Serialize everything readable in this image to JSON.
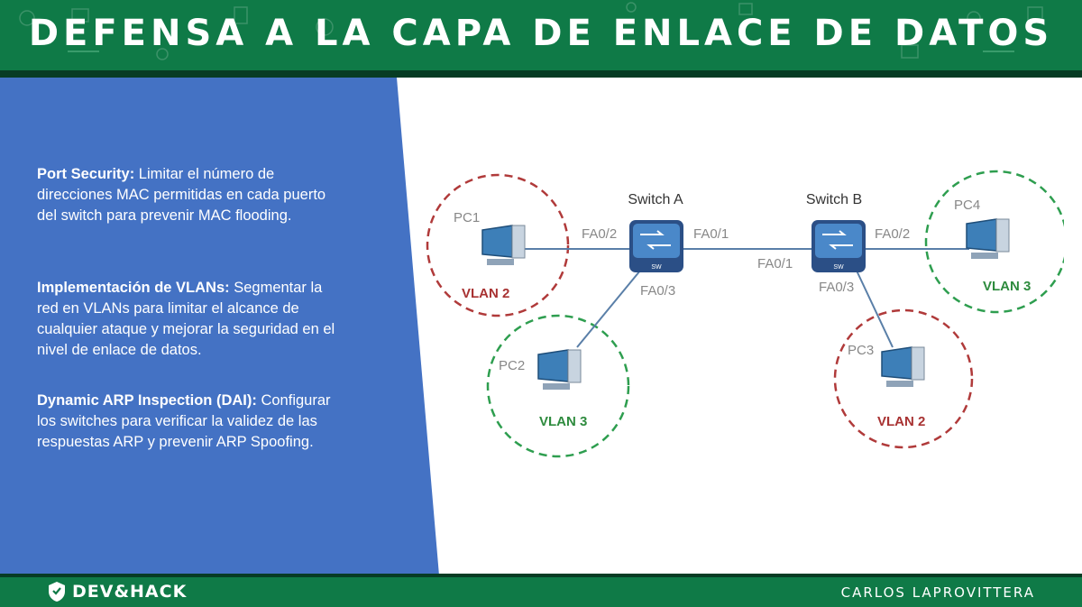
{
  "slide": {
    "title": "DEFENSA A LA CAPA DE ENLACE DE DATOS",
    "colors": {
      "header_green": "#0f7a47",
      "panel_blue": "#4472c4",
      "vlan2_red": "#b03a3a",
      "vlan3_green": "#2e9e4f"
    }
  },
  "points": [
    {
      "heading": "Port Security:",
      "body": "Limitar el número de direcciones MAC permitidas en cada puerto del switch para prevenir MAC flooding."
    },
    {
      "heading": "Implementación de VLANs:",
      "body": "Segmentar la red en VLANs para limitar el alcance de cualquier ataque y mejorar la seguridad en el nivel de enlace de datos."
    },
    {
      "heading": "Dynamic ARP Inspection (DAI):",
      "body": "Configurar los switches para verificar la validez de las respuestas ARP y prevenir ARP Spoofing."
    }
  ],
  "diagram": {
    "switch_a": "Switch A",
    "switch_b": "Switch B",
    "switch_tag": "SW",
    "pcs": {
      "pc1": "PC1",
      "pc2": "PC2",
      "pc3": "PC3",
      "pc4": "PC4"
    },
    "vlans": {
      "pc1": "VLAN 2",
      "pc2": "VLAN 3",
      "pc3": "VLAN 2",
      "pc4": "VLAN 3"
    },
    "ports": {
      "a_fa02": "FA0/2",
      "a_fa01": "FA0/1",
      "a_fa03": "FA0/3",
      "b_fa01": "FA0/1",
      "b_fa02": "FA0/2",
      "b_fa03": "FA0/3"
    }
  },
  "footer": {
    "brand": "DEV&HACK",
    "author": "CARLOS LAPROVITTERA",
    "brand_icon": "shield-icon"
  }
}
